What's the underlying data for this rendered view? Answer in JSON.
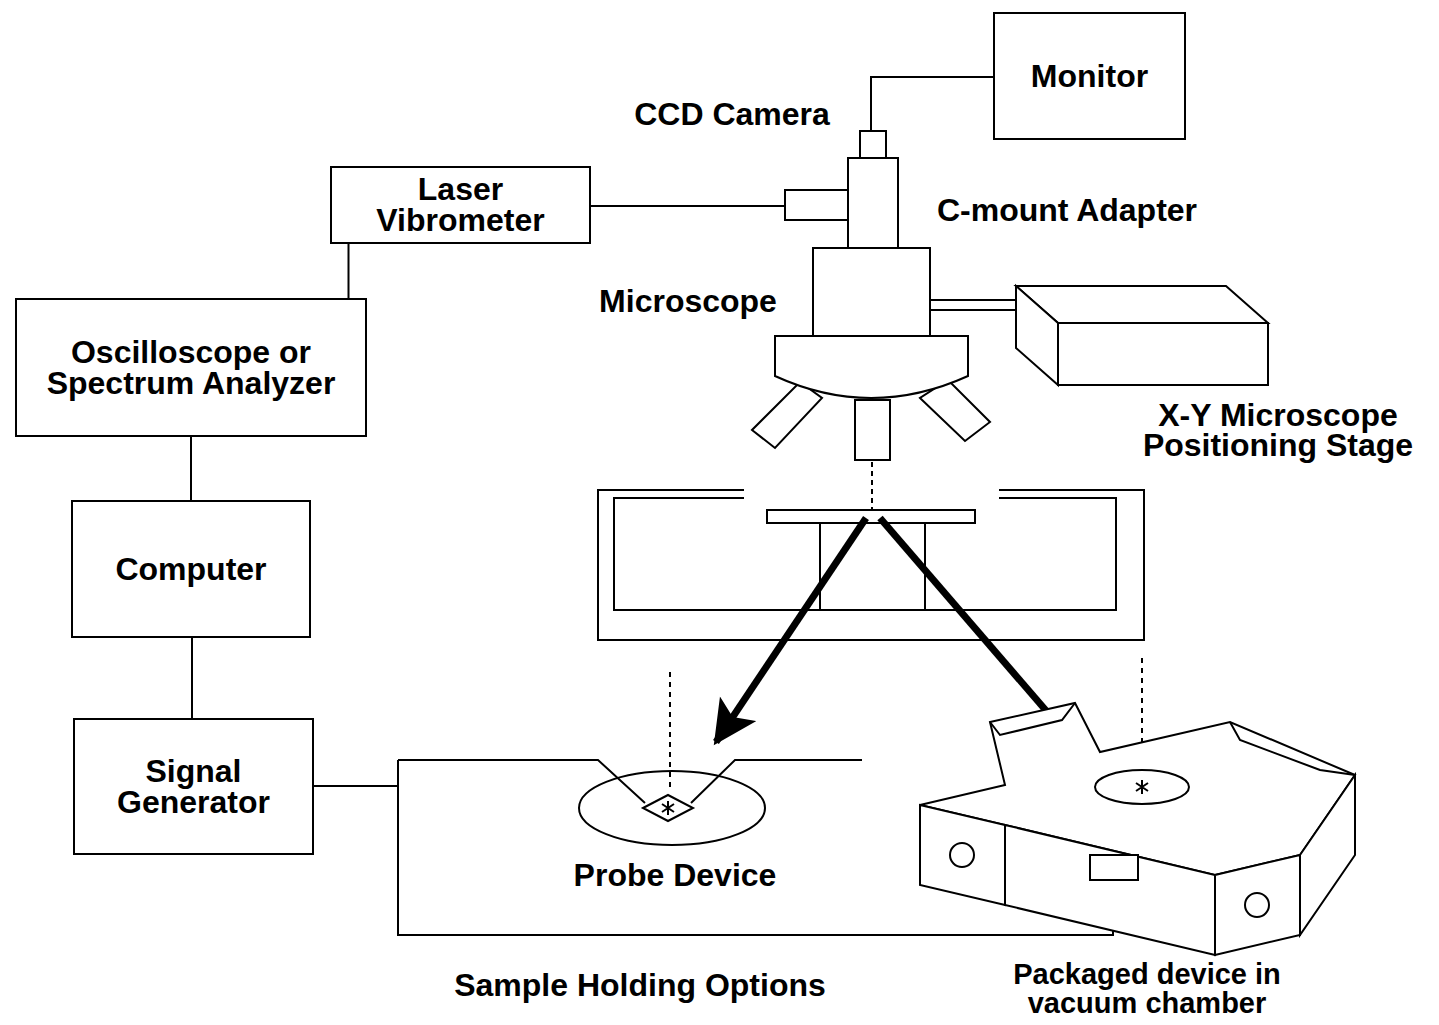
{
  "diagram": {
    "nodes": [
      {
        "text": [
          "Monitor"
        ]
      },
      {
        "text": [
          "Laser Vibrometer"
        ]
      },
      {
        "text": [
          "Oscilloscope or Spectrum Analyzer"
        ]
      },
      {
        "text": [
          "Computer"
        ]
      },
      {
        "text": [
          "Signal Generator"
        ]
      }
    ],
    "edges": [
      {
        "from": 1,
        "to": 2,
        "arrow": "none"
      },
      {
        "from": 2,
        "to": 3,
        "arrow": "none"
      },
      {
        "from": 3,
        "to": 4,
        "arrow": "none"
      }
    ],
    "labels": [
      "CCD Camera",
      "C-mount Adapter",
      "Microscope",
      "X-Y Microscope Positioning Stage",
      "Probe Device",
      "Sample Holding Options",
      "Packaged device in vacuum chamber"
    ]
  }
}
